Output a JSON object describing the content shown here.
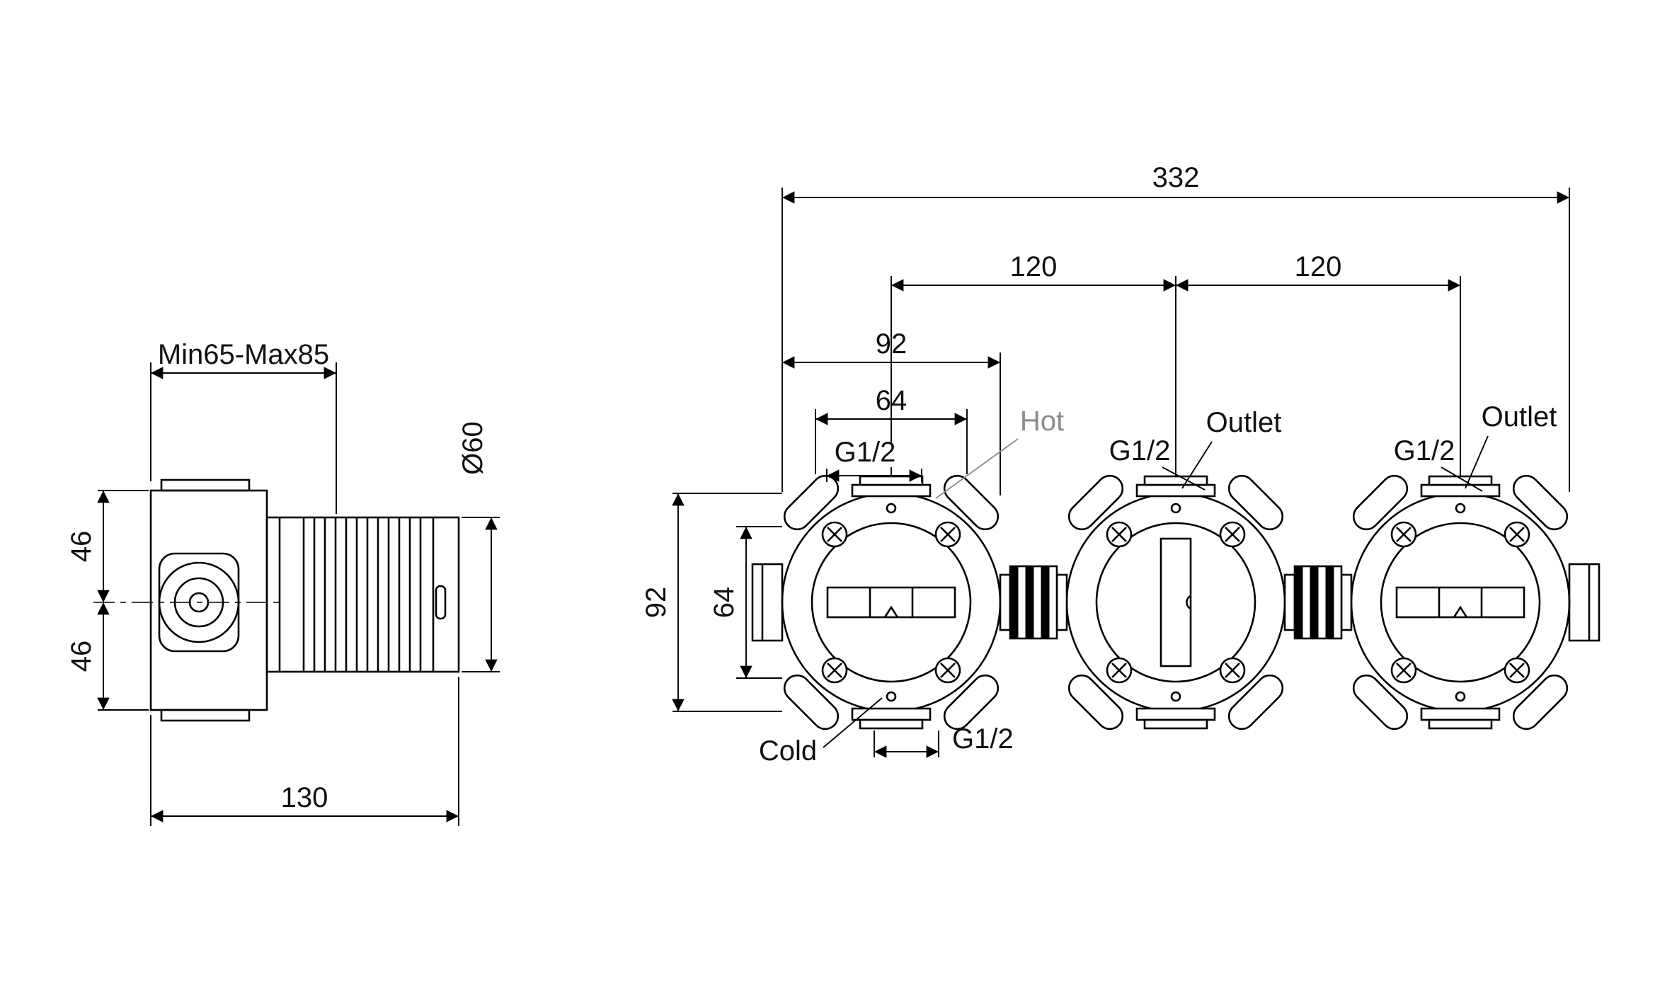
{
  "drawing": {
    "background": "#ffffff",
    "line_color": "#000000",
    "muted_label_color": "#8c8c8c"
  },
  "side_view": {
    "depth_range": "Min65-Max85",
    "diameter": "Ø60",
    "upper_half_height": "46",
    "lower_half_height": "46",
    "body_length": "130"
  },
  "front_view": {
    "overall_width": "332",
    "valve_spacing_left": "120",
    "valve_spacing_right": "120",
    "plate_width": "92",
    "screw_span_width": "64",
    "plate_height": "92",
    "screw_span_height": "64",
    "inlet_thread_left": "G1/2",
    "outlet_thread_middle": "G1/2",
    "outlet_thread_right": "G1/2",
    "inlet_thread_bottom": "G1/2",
    "labels": {
      "hot": "Hot",
      "cold": "Cold",
      "outlet_middle": "Outlet",
      "outlet_right": "Outlet"
    }
  }
}
